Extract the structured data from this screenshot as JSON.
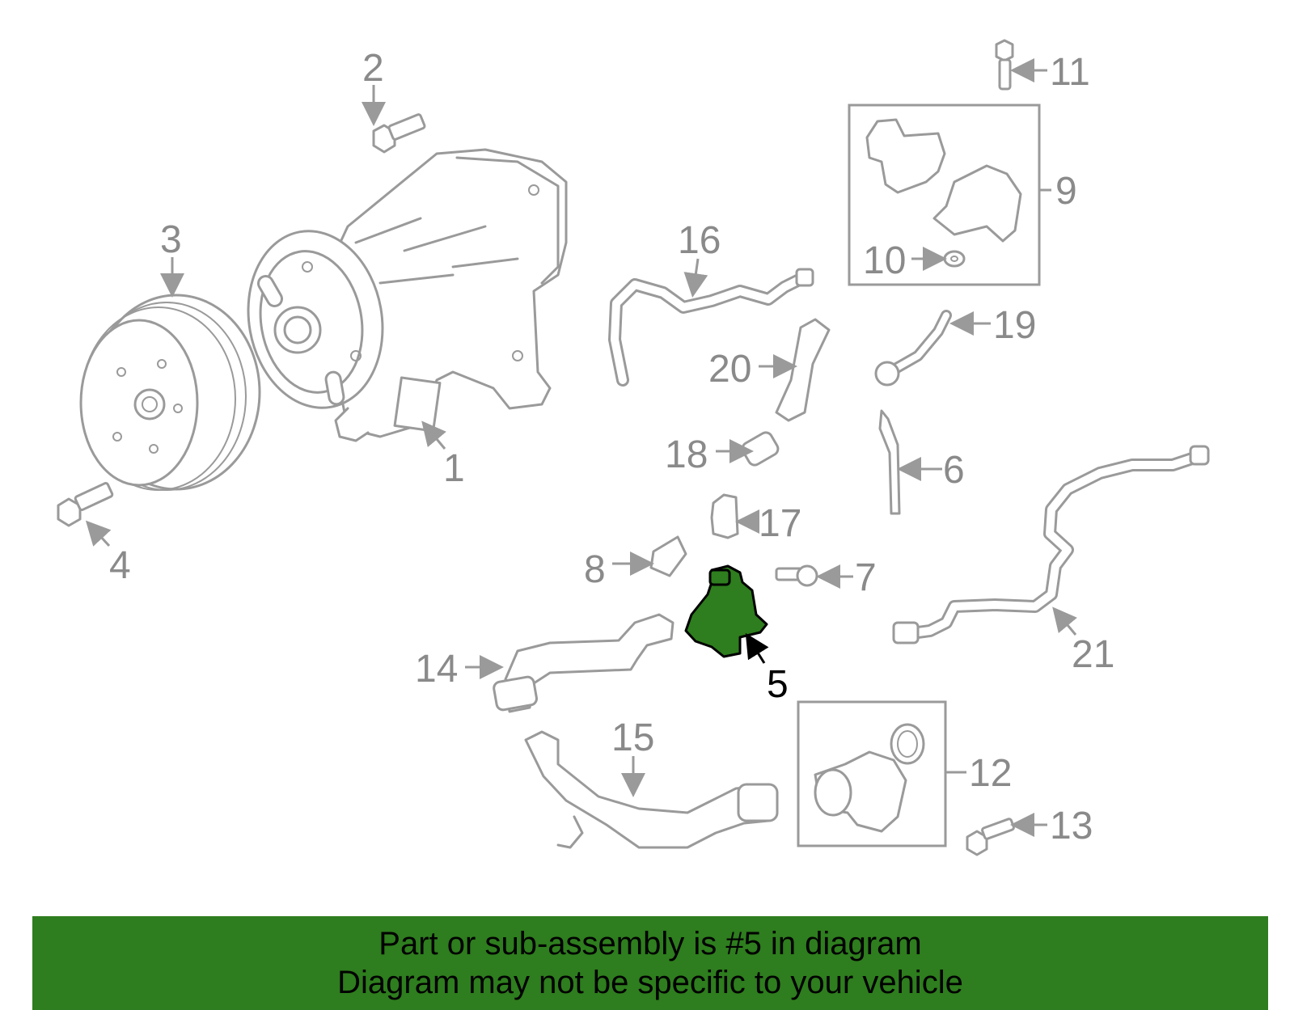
{
  "diagram": {
    "highlight_color": "#2e7d1e",
    "highlighted_part": "5",
    "callouts": [
      "1",
      "2",
      "3",
      "4",
      "5",
      "6",
      "7",
      "8",
      "9",
      "10",
      "11",
      "12",
      "13",
      "14",
      "15",
      "16",
      "17",
      "18",
      "19",
      "20",
      "21"
    ]
  },
  "banner": {
    "line1": "Part or sub-assembly is #5 in diagram",
    "line2": "Diagram may not be specific to your vehicle"
  }
}
